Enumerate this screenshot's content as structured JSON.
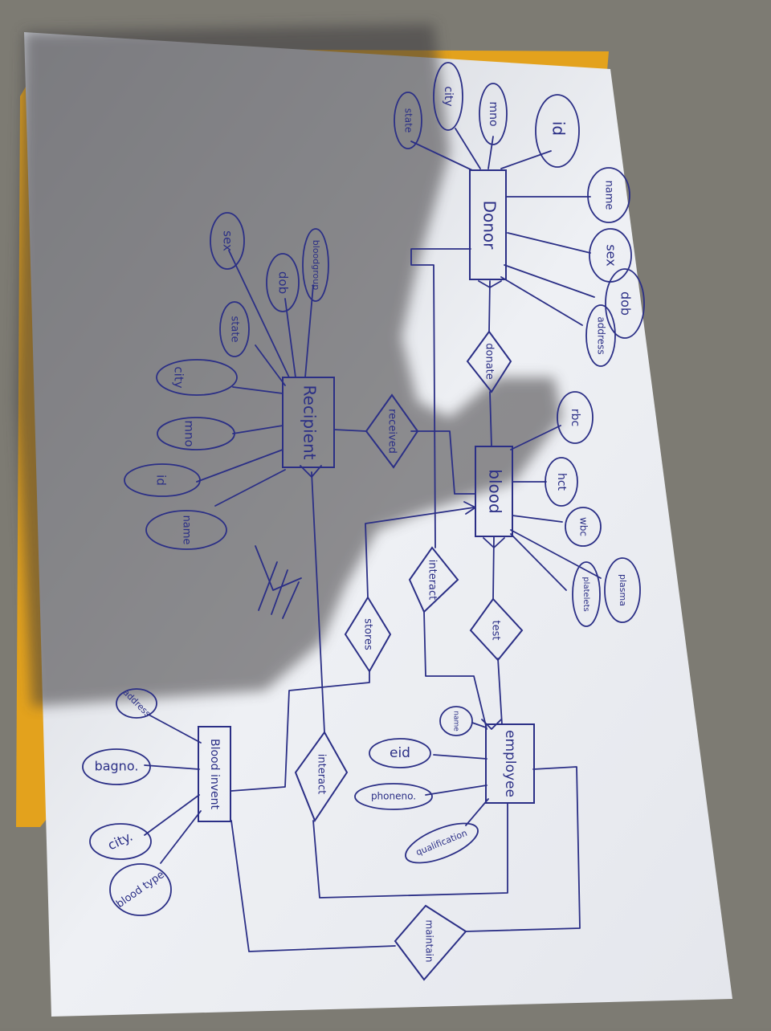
{
  "diagram": {
    "entities": {
      "donor": "Donor",
      "recipient": "Recipient",
      "blood": "blood",
      "employee": "employee",
      "blood_inventory": "Blood invent"
    },
    "relationships": {
      "donate": "donate",
      "received": "received",
      "interact_donor": "interact",
      "stores": "stores",
      "test": "test",
      "interact_recipient": "interact",
      "maintain": "maintain"
    },
    "attributes": {
      "donor_city": "city",
      "donor_state": "state",
      "donor_mno": "mno",
      "donor_id": "id",
      "donor_name": "name",
      "donor_sex": "sex",
      "donor_dob": "dob",
      "donor_address": "address",
      "recipient_sex": "sex",
      "recipient_dob": "dob",
      "recipient_bloodgroup": "bloodgroup",
      "recipient_state": "state",
      "recipient_city": "city",
      "recipient_mno": "mno",
      "recipient_id": "id",
      "recipient_name": "name",
      "blood_rbc": "rbc",
      "blood_hct": "hct",
      "blood_wbc": "wbc",
      "blood_plasma": "plasma",
      "blood_platelets": "platelets",
      "employee_name": "name",
      "employee_eid": "eid",
      "employee_phone": "phoneno.",
      "employee_qualification": "qualification",
      "inventory_address": "address",
      "inventory_bagno": "bagno.",
      "inventory_city": "city.",
      "inventory_bloodtype": "blood type"
    }
  },
  "colors": {
    "ink": "#2b2f86",
    "paper": "#f3f3f6",
    "shadow": "#4d4b4c",
    "folder": "#e3a21d",
    "background": "#7c7a72"
  }
}
